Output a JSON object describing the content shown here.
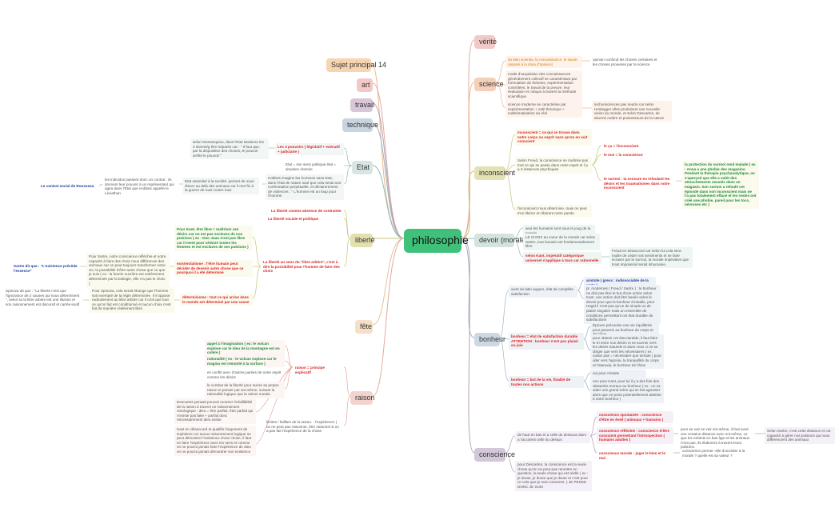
{
  "root": "philosophie",
  "left_branches": {
    "sujet": "Sujet principal 14",
    "art": "art",
    "travail": "travail",
    "technique": "technique",
    "etat": "Etat",
    "liberte": "liberté",
    "fete": "fête",
    "raison": "raison"
  },
  "right_branches": {
    "verite": "vérité",
    "science": "science",
    "inconscient": "inconscient",
    "devoir": "devoir (morale)",
    "bonheur": "bonheur",
    "conscience": "conscience"
  },
  "science": {
    "t1": "du latin scientia, la connaissance, le savoir, opposé à la doxa (l'opinion)",
    "t1b": "opinion confond les choses certaines et les choses prouvées par la science",
    "t2": "mode d'acquisition des connaissances généralement collectif se caractérisant par formulation de théories, expérimentation contrôlées, le travail de la preuve, leur évaluation et critique à travers la méthode scientifique",
    "t3": "science moderne se caractérise par expérimentation + outil théorique + mathématisation du réel",
    "t3b": "technosciences pas neutre car selon Heidegger elles produisent une nouvelle vision du monde, et selon Descartes, de devenir maître et possesseurs de la nature"
  },
  "inconscient": {
    "t1": "inconscient = ce qui se trouve dans notre corps ou esprit sans qu'on en soit conscient",
    "t2": "Selon Freud, la conscience ne maîtrise pas tout ce qui se passe dans notre esprit et il y a 3 instances psychiques",
    "ca": "le ça = l'inconscient",
    "moi": "le moi = la conscience",
    "surmoi": "le surmoi : la censure en refoulant les désirs et les traumatismes dans notre inconscient",
    "exemple": "la protection du surmoi rend malade ( ex : Anna a une phobie des magasins. Pendant la thérapie psychanalytique, on s'aperçoit que elle a subit des attouchements sexuels dans un magasin. Son surmoi a refoulé cet épisode dans son inconscient mais ne l'a pas totalement effacé et les restes ont créé une phobie, pareil pour les tocs, névroses etc )",
    "t3": "l'inconscient nous détermine, mais on peut s'en libérer en libérant notre parole"
  },
  "devoir": {
    "t1": "seul les humains sont sous le joug de la morale",
    "t2": "LE CHOIX au coeur de la morale car selon Sartre, tout humain est fondamentalement libre",
    "t3": "selon Kant, impératif catégorique universel s'applique à tous car rationnelle",
    "t3b": "Freud en désaccord car selon lui cela sera inutile de céder nos sentiments et se faire écraser par le surmoi, la morale impérative que Kant imposerait serait inhumaine."
  },
  "bonheur": {
    "t1": "vient du latin augure, état de complète satisfaction",
    "aristote": "aristote ( grecs : indissociable de la vertu )",
    "t2": "pr. modernes ( Freud / Sartre ) : le bonheur ne doit pas être le but d'une action selon Kant. une action doit être basée selon le devoir pour que le bonheur s'installe, pour Hegel il n'est pas qu'un de simple ou de plaisir singulier mais un ensemble de conditions permettant cet état durable de satisfactions",
    "t3": "bonheur = état de satisfaction durable ATTENTION : bonheur n'est pas plaisir ou joie",
    "epicure": "Épicure préconise une vie équilibrée pour parvenir au bonheur du corps et de l'âme",
    "t3b": "pour obtenir cet état durable, il faut faire le tri entre nos désirs et se tourner vers les désirs naturels et dans ceux ci ne se diriger que vers les nécessaires ( ex : caviar pas = nécessaire que tomate ) pour aller vers l'aponia, la tranquillité du corps et l'ataraxia, le bonheur de l'âme",
    "t4": "bonheur = but de la vie, finalité de toutes nos actions",
    "t4a": "oui pour Aristote",
    "t4b": "non pour Kant, pour lui il y a des fois des obstacles moraux au bonheur ( ex : on va aider une grand-mère qui se fait agresser alors que on porte potentiellement atteinte à notre bonheur )"
  },
  "conscience": {
    "t1": "de haut en bas et a celle du dessous alors a l'accolent celle du dessus",
    "spontanee": "conscience spontanée : conscience d'être en éveil ( animaux + humains )",
    "reflechie": "conscience réfléchie : conscience d'être conscient permettant l'introspection ( humains adultes )",
    "reflechie_b": "pour se voir se voir soi-même, il faut avoir une certaine distance avec soi-même, ce que les enfants en bas âge et les animaux n'ont pas, ils élaborent à travers leurs pulsions.",
    "sartre": "Selon Sartre, c'est cette distance et cet capacité à gérer nos pulsions qui nous différencient des animaux",
    "morale": "conscience morale : juger le bien et le mal",
    "morale_b": "conscience permet -elle d'accéder à la morale ? quelle est sa valeur ?",
    "t2": "pour Descartes, la conscience est la seule chose qu'on ne peut pas remettre en question, la seule chose qui est réelle ( ex : je doute, je doute que je doute et c'est pour ce cela que je suis conscient. ) JE PENSE DONC JE SUIS"
  },
  "etat": {
    "pouvoirs": "Les 3 pouvoirs ( législatif + exécutif + judiciaire )",
    "montesquieu": "selon Montesquieu, dans l'Etat Moderne les 3 dovent/g être séparés car : \" Il faut que, par la disposition des choses, le pouvoir arrête le pouvoir \"",
    "politique": "Etat = son sens politique état = situation donnée",
    "hobbes": "Hobbes imagine les hommes sans Etat, dans l'état de nature sauf que cela serait une confrontation perpétuelle, et déclarerement de violences : \" L'homme est un loup pour l'homme",
    "individus": "Etat essentiel à la société, permet de nous élever au delà des animaux car il met fin à la guerre de tous contre tous",
    "contrat_b": "les individus passent donc un contrat : ils donnent leur pouvoir à un représentant qui agira dans l'Etat que Hobbes appelle le Léviathan",
    "contrat": "Le contrat social de Rousseau"
  },
  "liberte": {
    "t1": "La liberté comme absence de contrainte",
    "t2": "La liberté sociale et politique",
    "t3": "La liberté au sens du \"libre arbitre\", c'est à dire la possibilité pour l'homme de faire des choix",
    "kant": "Pour Kant, être libre = maîtriser ses désirs car on est pas esclaves de nos pulsions ( ex : Don Juan n'est pas libre car il ment pour séduire toutes les femmes et est esclaves de ses pulsions )",
    "existentialisme": "existentialisme : l'être humain peut décider de devenir autre chose que ce pourquoi il a été déterminé",
    "sartre_b": "Pour Sartre, notre conscience réfléchie et notre capacité à faire des choix nous différencie des animaux car on peut toujours transformer notre vie, la possibilité d'être autre chose que ce que je suis ( ex : la fourmi ouvrière est entièrement déterminée par la biologie, elle n'a pas le choix )",
    "sartre": "Sartre dit que : \"L'existence précède l'essence\"",
    "determinisme": "déterminisme : tout ce qui arrive dans le monde est déterminé par une cause",
    "spinoza_b": "Pour Spinoza, cela serait étrange que l'homme soit exempté de la règle déterminée. Il s'oppose radicalement au libre arbitre car il croit que tout ce qu'on fait est conditionné et aucun choix n'est fait de manière réellement libre",
    "spinoza": "Spinoza dit que : \"La liberté n'est que l'ignorance de 2 causes qui nous déterminent \", selon lui la libre arbitre est une illusion et son raisonnement est discursif et cartés-ioutif"
  },
  "raison": {
    "t1": "raison = principe explicatif",
    "imagination": "appel à l'imagination ( ex: le volcan explose car le dieu de la montagne est en colère )",
    "rationalite": "rationalité ( ex : le volcan explose car le magma est remonté à la surface )",
    "conflit": "en conflit avec d'autres parties de notre esprit comme les désirs",
    "combat": "le combat de la liberté pour suivre sa propre raison et penser par soi-même, suivant la rationalité logique que la raison morale",
    "descartes": "Descartes pensait pouvoir montrer l'infaillibilité de la raison à travers un raisonnement ontologique : dieu = être parfait, être parfait qui n'existe pas fake + parfait donc nécessairement dieu existe",
    "kant": "Kant en désaccord et qualifie l'argument de sophisme car aucun raisonnement logique ne peut démontrer l'existence d'une chose, il faut en faire l'expérience avec les sens et comme on ne pourra jamais faire l'expérience de dieu on ne pourra jamais démontrer son existence",
    "limites": "limites / faillites de la raison. : l'expérience ( on ne peut pas raisonner, être rationnel si on a pas fait l'expérience de la chose"
  },
  "colors": {
    "root": "#3fc17a",
    "sujet": "#f6d5b0",
    "pink": "#f2c9c6",
    "travail": "#d9c7d9",
    "technique": "#c8d5e0",
    "etat": "#d8e6e3",
    "liberte": "#e3dfae",
    "fete": "#f6dfc6",
    "raison": "#f2d3ce",
    "science": "#f5cfb7",
    "inconscient": "#e3e2b5",
    "devoir": "#d2e3e0",
    "bonheur": "#cdd8e3",
    "conscience": "#d3c8da"
  }
}
